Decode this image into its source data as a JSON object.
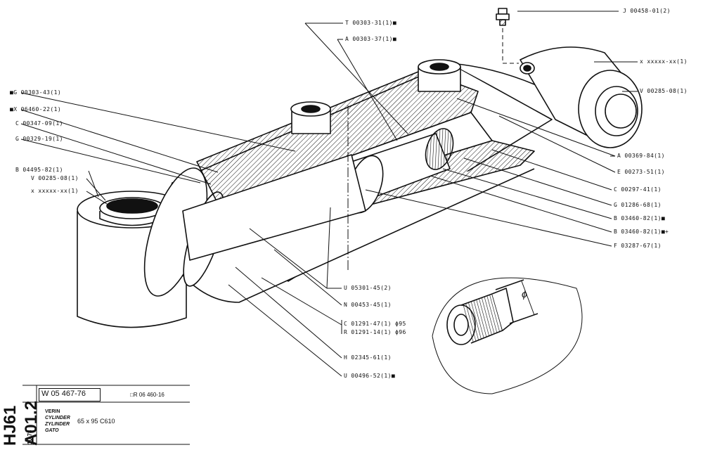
{
  "callouts": [
    {
      "id": "j00458",
      "text": "J 00458-01(2)"
    },
    {
      "id": "t00303",
      "text": "T 00303-31(1)■"
    },
    {
      "id": "a00303",
      "text": "A 00303-37(1)■"
    },
    {
      "id": "xxxxx_top",
      "text": "x xxxxx-xx(1)"
    },
    {
      "id": "v00285_right",
      "text": "V 00285-08(1)"
    },
    {
      "id": "g00303",
      "text": "■G 00303-43(1)"
    },
    {
      "id": "x06460",
      "text": "■X 06460-22(1)"
    },
    {
      "id": "c00347",
      "text": "C 00347-09(1)"
    },
    {
      "id": "g00329",
      "text": "G 00329-19(1)"
    },
    {
      "id": "a00369",
      "text": "A 00369-84(1)"
    },
    {
      "id": "e00273",
      "text": "E 00273-51(1)"
    },
    {
      "id": "b04495",
      "text": "B 04495-82(1)"
    },
    {
      "id": "v00285_left",
      "text": "V 00285-08(1)"
    },
    {
      "id": "xxxxx_left",
      "text": "x xxxxx-xx(1)"
    },
    {
      "id": "c00297",
      "text": "C 00297-41(1)"
    },
    {
      "id": "g01286",
      "text": "G 01286-68(1)"
    },
    {
      "id": "b03460_a",
      "text": "B 03460-82(1)■"
    },
    {
      "id": "b03460_b",
      "text": "B 03460-82(1)■+"
    },
    {
      "id": "f03287",
      "text": "F 03287-67(1)"
    },
    {
      "id": "u05301",
      "text": "U 05301-45(2)"
    },
    {
      "id": "n00453",
      "text": "N 00453-45(1)"
    },
    {
      "id": "c01291",
      "text": "C 01291-47(1) ϕ95"
    },
    {
      "id": "r01291",
      "text": "R 01291-14(1) ϕ96"
    },
    {
      "id": "h02345",
      "text": "H 02345-61(1)"
    },
    {
      "id": "u00496",
      "text": "U 00496-52(1)■"
    }
  ],
  "title_block": {
    "sheet_code": "HJ61 A01.2",
    "date_code": "10-73",
    "drawing_number": "W 05 467-76",
    "reference": "□R 06 460-16",
    "names": [
      "VERIN",
      "CYLINDER",
      "ZYLINDER",
      "GATO"
    ],
    "size": "65 x 95 C610"
  },
  "detail_symbol": "ϕ"
}
